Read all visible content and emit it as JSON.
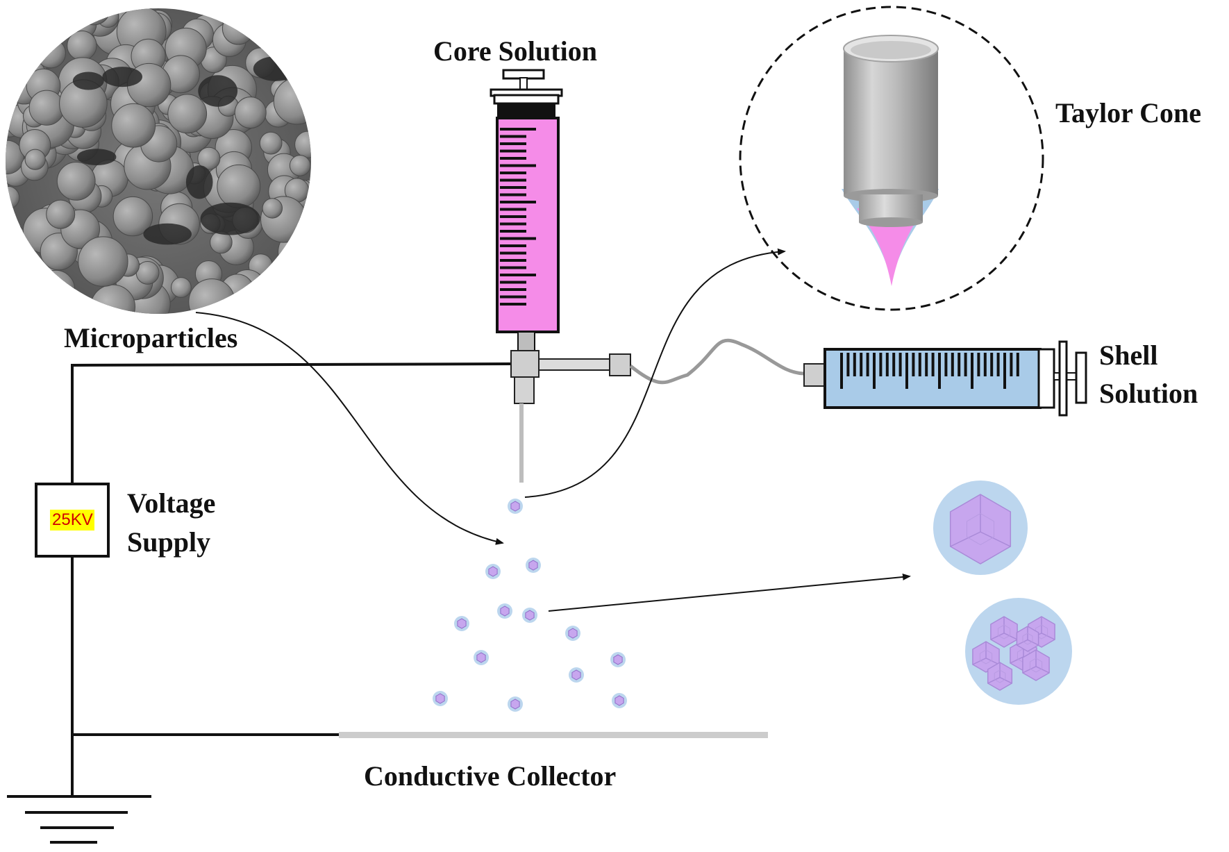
{
  "labels": {
    "core_solution": "Core Solution",
    "taylor_cone": "Taylor Cone",
    "microparticles": "Microparticles",
    "shell_solution_line1": "Shell",
    "shell_solution_line2": "Solution",
    "voltage_supply_line1": "Voltage",
    "voltage_supply_line2": "Supply",
    "voltage_value": "25KV",
    "conductive_collector": "Conductive Collector"
  },
  "colors": {
    "core_fluid": "#f58ce8",
    "shell_fluid": "#a9cbe8",
    "particle_shell": "#bcd6ee",
    "particle_core": "#c7a6ee",
    "needle_metal": "#b5b5b5",
    "collector": "#cccccc",
    "voltage_highlight": "#ffff00",
    "voltage_text": "#d00000",
    "wire": "#111111"
  },
  "icons": {
    "ground": "ground-symbol-icon",
    "sem_image": "sem-micrograph-image"
  }
}
